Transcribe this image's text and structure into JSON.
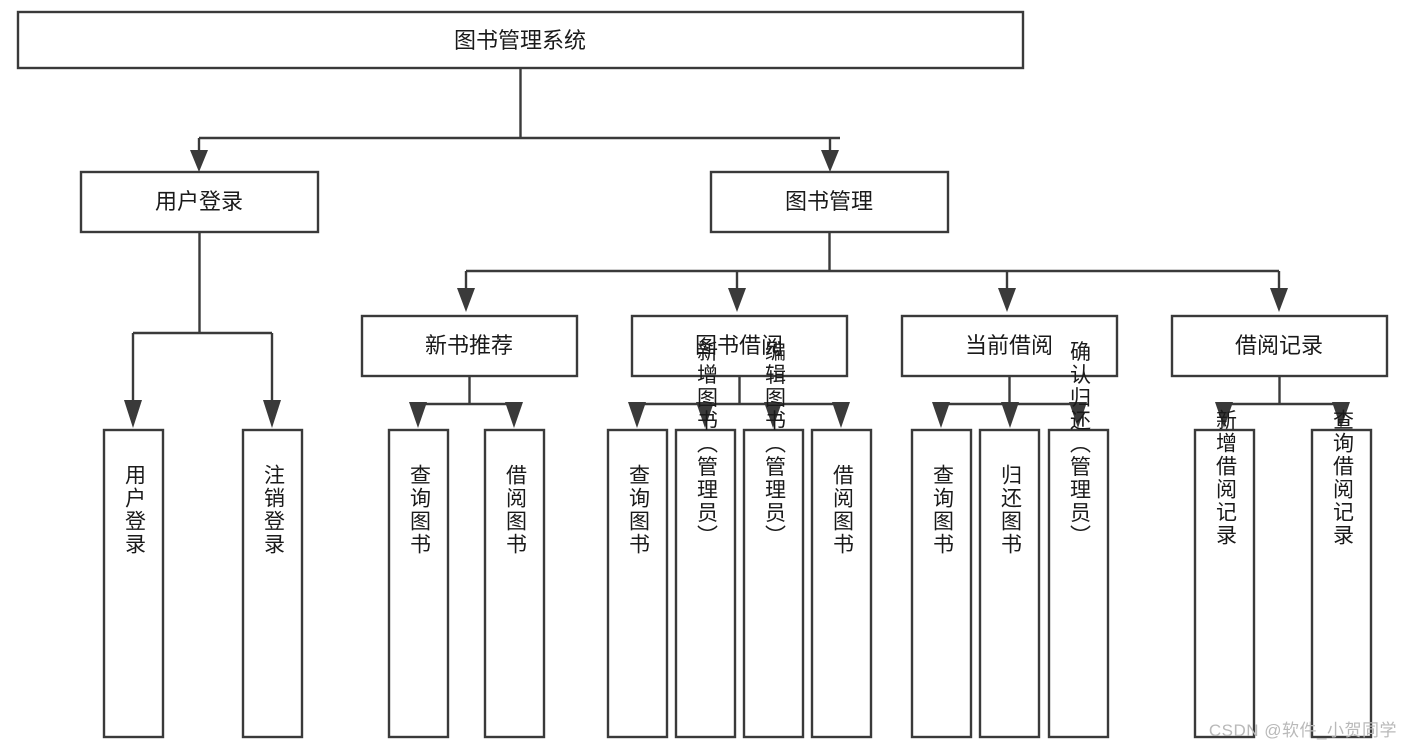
{
  "diagram": {
    "type": "tree-hierarchy",
    "title": "图书管理系统",
    "watermark": "CSDN @软件_小贺同学",
    "colors": {
      "box_stroke": "#3a3a3a",
      "box_fill": "#ffffff",
      "text": "#1a1a1a",
      "background": "#ffffff",
      "watermark": "#b9b9b9"
    },
    "root": {
      "label": "图书管理系统"
    },
    "level2": [
      {
        "label": "用户登录"
      },
      {
        "label": "图书管理"
      }
    ],
    "level3": [
      {
        "label": "新书推荐"
      },
      {
        "label": "图书借阅"
      },
      {
        "label": "当前借阅"
      },
      {
        "label": "借阅记录"
      }
    ],
    "leaves": {
      "user_login": [
        {
          "label": "用户登录"
        },
        {
          "label": "注销登录"
        }
      ],
      "new_book_recommend": [
        {
          "label": "查询图书"
        },
        {
          "label": "借阅图书"
        }
      ],
      "book_borrow": [
        {
          "label": "查询图书"
        },
        {
          "label": "新增图书（管理员）"
        },
        {
          "label": "编辑图书（管理员）"
        },
        {
          "label": "借阅图书"
        }
      ],
      "current_borrow": [
        {
          "label": "查询图书"
        },
        {
          "label": "归还图书"
        },
        {
          "label": "确认归还（管理员）"
        }
      ],
      "borrow_record": [
        {
          "label": "新增借阅记录"
        },
        {
          "label": "查询借阅记录"
        }
      ]
    }
  }
}
